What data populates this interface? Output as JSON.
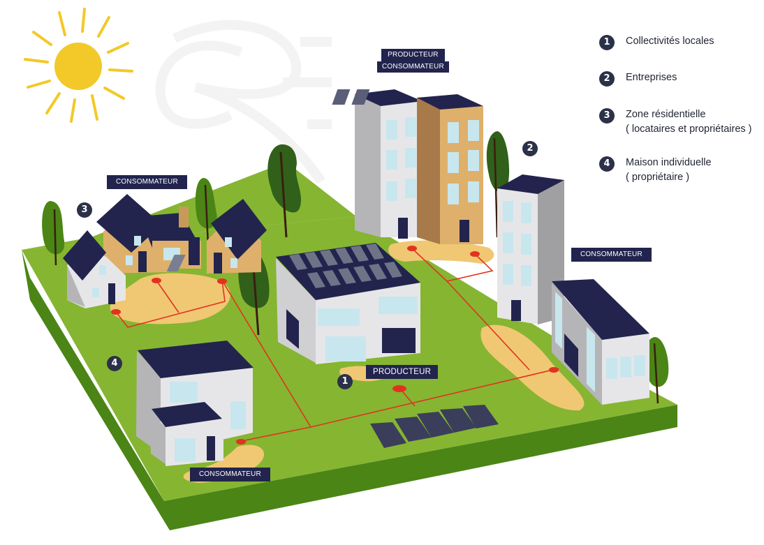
{
  "legend": {
    "items": [
      {
        "number": "1",
        "line1": "Collectivités locales",
        "line2": ""
      },
      {
        "number": "2",
        "line1": "Entreprises",
        "line2": ""
      },
      {
        "number": "3",
        "line1": "Zone résidentielle",
        "line2": "( locataires et propriétaires )"
      },
      {
        "number": "4",
        "line1": "Maison individuelle",
        "line2": "( propriétaire )"
      }
    ]
  },
  "markers": {
    "m1": "1",
    "m2": "2",
    "m3": "3",
    "m4": "4"
  },
  "tags": {
    "apartments_line1": "PRODUCTEUR",
    "apartments_line2": "CONSOMMATEUR",
    "residential": "CONSOMMATEUR",
    "office": "CONSOMMATEUR",
    "public_building": "PRODUCTEUR",
    "house": "CONSOMMATEUR"
  },
  "icons": {
    "sun": "sun-icon",
    "watermark": "cre-logo-watermark"
  },
  "colors": {
    "navy": "#22244e",
    "grass": "#86b532",
    "grass_side": "#4a8516",
    "path": "#f0c873",
    "network_red": "#e2321f",
    "sun": "#f2c928",
    "wall_light": "#e6e6e8",
    "wall_tan": "#dfb06b",
    "glass": "#c8e6ee"
  }
}
